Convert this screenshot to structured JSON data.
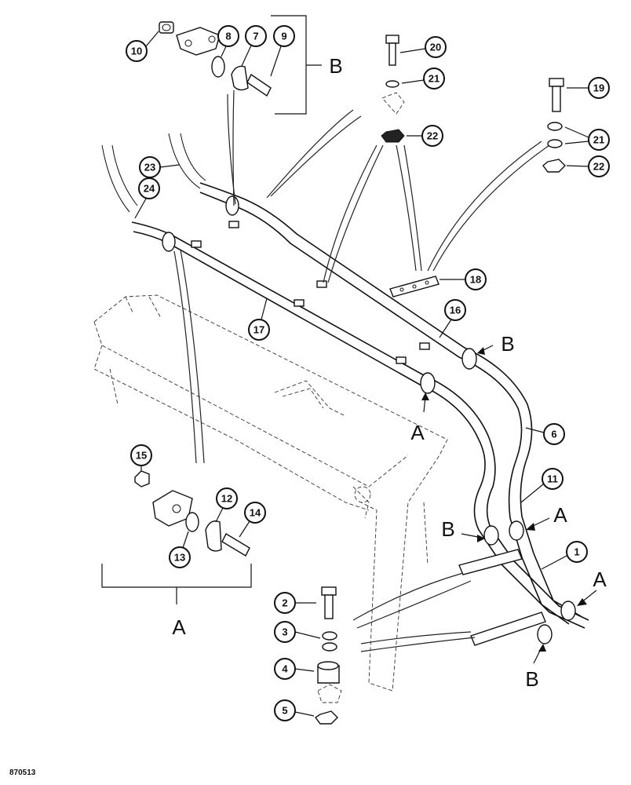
{
  "callouts": [
    "1",
    "2",
    "3",
    "4",
    "5",
    "6",
    "7",
    "8",
    "9",
    "10",
    "11",
    "12",
    "13",
    "14",
    "15",
    "16",
    "17",
    "18",
    "19",
    "20",
    "21",
    "21",
    "22",
    "22",
    "23",
    "24"
  ],
  "group_labels": {
    "b_top": "B",
    "a_bottom": "A",
    "a_clamp_16": "A",
    "b_clamp_16": "B",
    "a_mid": "A",
    "b_mid": "B",
    "a_right": "A",
    "b_bottom": "B"
  },
  "reference_code": "870513"
}
